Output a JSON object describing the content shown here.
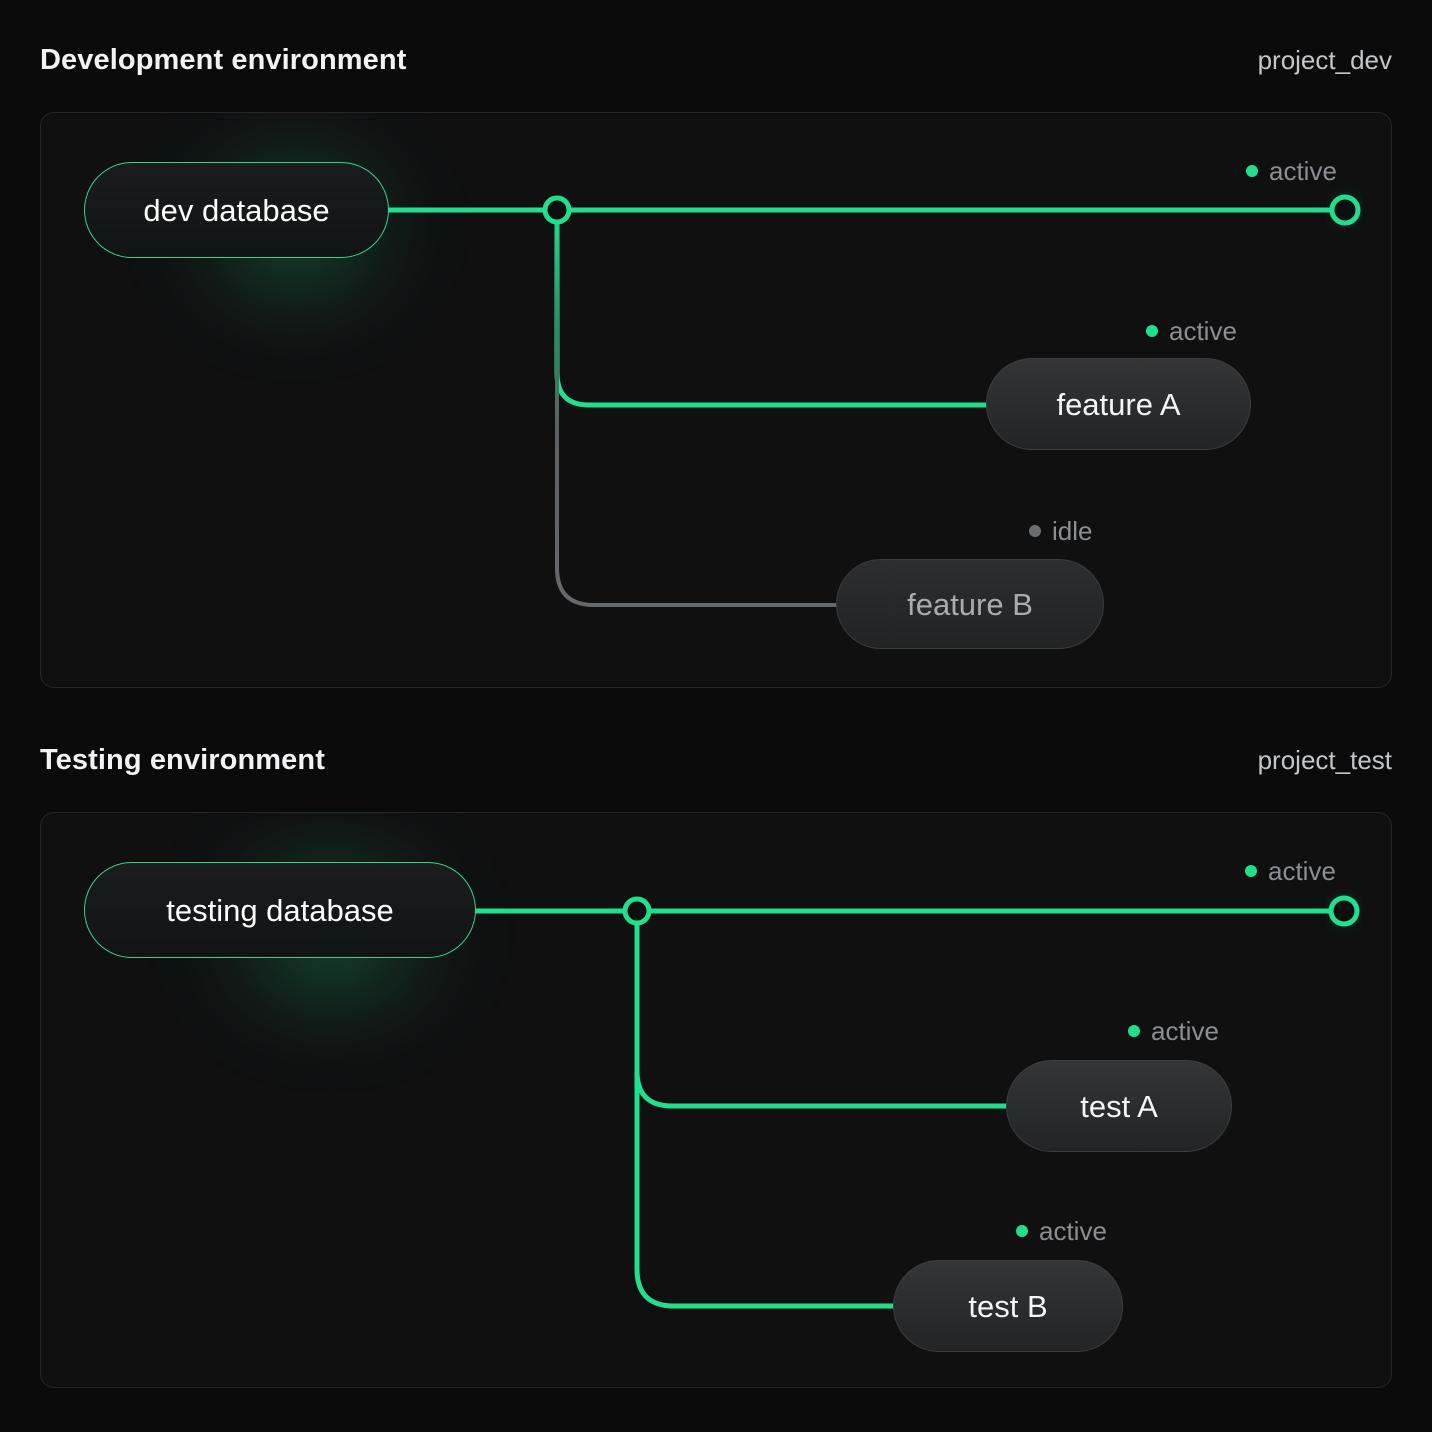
{
  "page": {
    "background": "#0a0a0b",
    "accent": "#21e08b",
    "idle_color": "#6b6e71"
  },
  "sections": [
    {
      "title": "Development environment",
      "project": "project_dev",
      "source": {
        "label": "dev database",
        "status": "active"
      },
      "endpoint": {
        "status": "active",
        "status_label": "active"
      },
      "branches": [
        {
          "label": "feature A",
          "status": "active",
          "status_label": "active"
        },
        {
          "label": "feature B",
          "status": "idle",
          "status_label": "idle"
        }
      ]
    },
    {
      "title": "Testing environment",
      "project": "project_test",
      "source": {
        "label": "testing database",
        "status": "active"
      },
      "endpoint": {
        "status": "active",
        "status_label": "active"
      },
      "branches": [
        {
          "label": "test A",
          "status": "active",
          "status_label": "active"
        },
        {
          "label": "test B",
          "status": "active",
          "status_label": "active"
        }
      ]
    }
  ]
}
